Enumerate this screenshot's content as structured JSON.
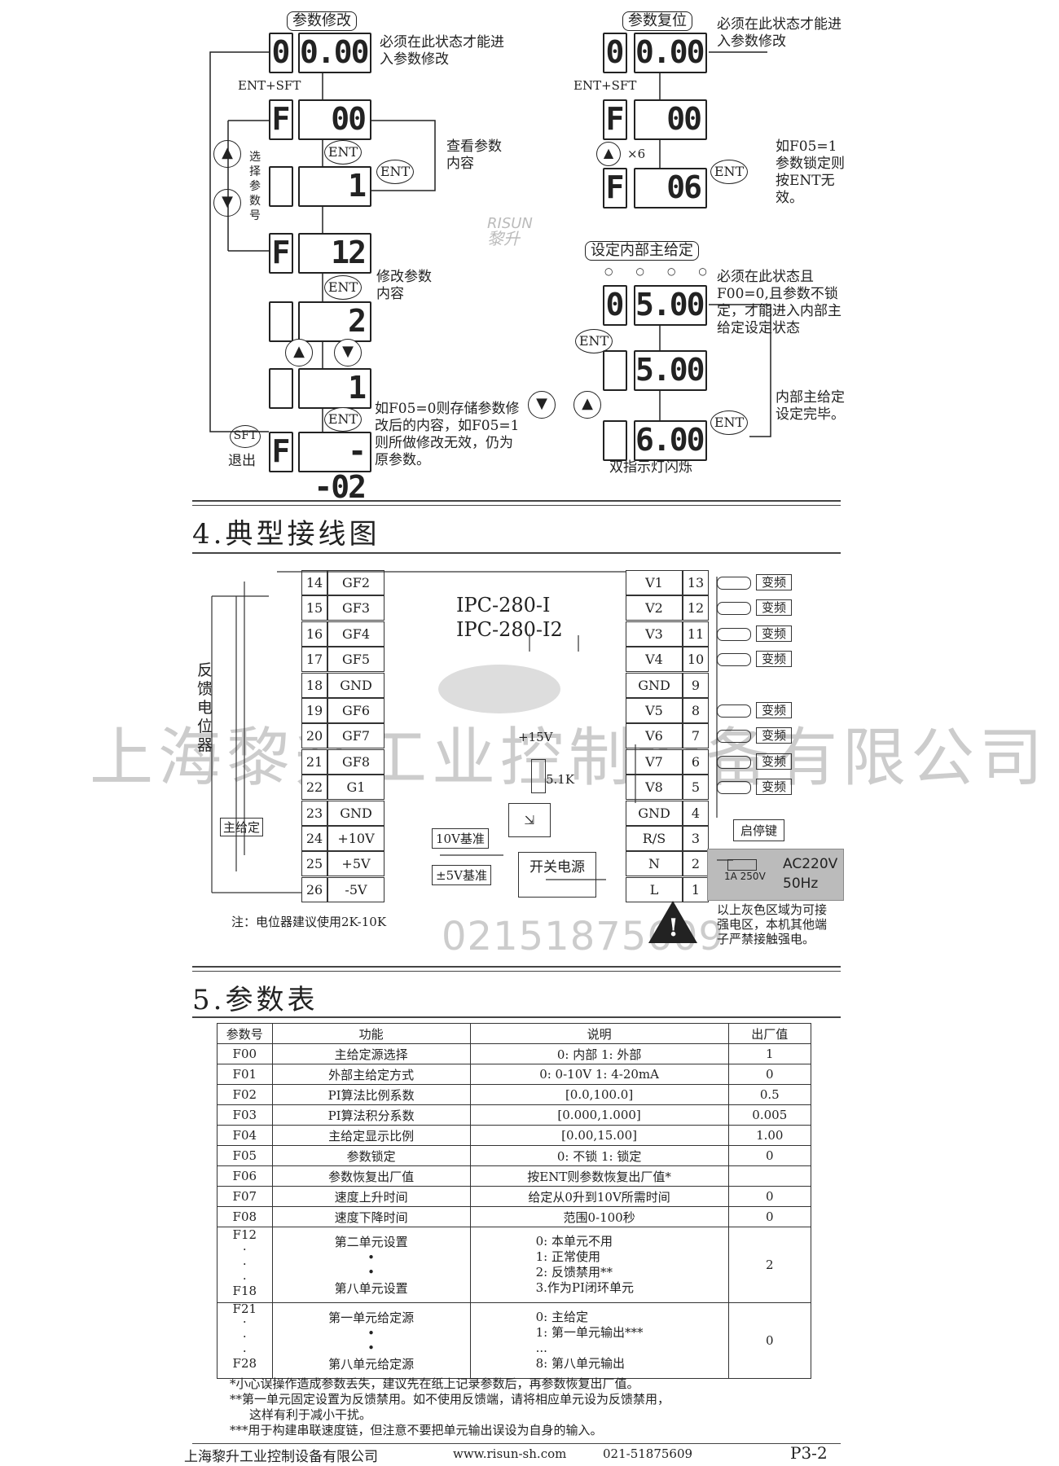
{
  "panel1": {
    "title": "参数修改",
    "disp1_left": "0",
    "disp1_right": "0.00",
    "note_enter": "必须在此状态才能进入参数修改",
    "keys_ent_sft": "ENT+SFT",
    "disp2_left": "F",
    "disp2_right": "00",
    "ent": "ENT",
    "note_view": "查看参数内容",
    "select_param": "选择参数号",
    "disp3_right": "1",
    "disp4_left": "F",
    "disp4_right": "12",
    "note_modify": "修改参数内容",
    "disp5_right": "2",
    "disp6_right": "1",
    "disp7_left": "F",
    "disp7_right": "--02",
    "sft": "SFT",
    "exit": "退出",
    "note_store": "如F05=0则存储参数修改后的内容，如F05=1则所做修改无效，仍为原参数。"
  },
  "panel2": {
    "title": "参数复位",
    "note_enter": "必须在此状态才能进入参数修改",
    "disp1_left": "0",
    "disp1_right": "0.00",
    "keys_ent_sft": "ENT+SFT",
    "disp2_left": "F",
    "disp2_right": "00",
    "times": "×6",
    "disp3_left": "F",
    "disp3_right": "06",
    "ent": "ENT",
    "note_lock": "如F05=1参数锁定则按ENT无效。"
  },
  "panel3": {
    "title": "设定内部主给定",
    "note_enter": "必须在此状态且F00=0,且参数不锁定，才能进入内部主给定设定状态",
    "disp1_left": "0",
    "disp1_right": "5.00",
    "ent": "ENT",
    "disp2_right": "5.00",
    "disp3_right": "6.00",
    "note_done": "内部主给定设定完毕。",
    "note_blink": "双指示灯闪烁"
  },
  "logo": {
    "brand": "RISUN",
    "cn": "黎升"
  },
  "section4": "4.典型接线图",
  "wiring": {
    "model1": "IPC-280-I",
    "model2": "IPC-280-I2",
    "left_terminals": [
      {
        "num": "14",
        "name": "GF2"
      },
      {
        "num": "15",
        "name": "GF3"
      },
      {
        "num": "16",
        "name": "GF4"
      },
      {
        "num": "17",
        "name": "GF5"
      },
      {
        "num": "18",
        "name": "GND"
      },
      {
        "num": "19",
        "name": "GF6"
      },
      {
        "num": "20",
        "name": "GF7"
      },
      {
        "num": "21",
        "name": "GF8"
      },
      {
        "num": "22",
        "name": "G1"
      },
      {
        "num": "23",
        "name": "GND"
      },
      {
        "num": "24",
        "name": "+10V"
      },
      {
        "num": "25",
        "name": "+5V"
      },
      {
        "num": "26",
        "name": "-5V"
      }
    ],
    "right_terminals": [
      {
        "num": "13",
        "name": "V1"
      },
      {
        "num": "12",
        "name": "V2"
      },
      {
        "num": "11",
        "name": "V3"
      },
      {
        "num": "10",
        "name": "V4"
      },
      {
        "num": "9",
        "name": "GND"
      },
      {
        "num": "8",
        "name": "V5"
      },
      {
        "num": "7",
        "name": "V6"
      },
      {
        "num": "6",
        "name": "V7"
      },
      {
        "num": "5",
        "name": "V8"
      },
      {
        "num": "4",
        "name": "GND"
      },
      {
        "num": "3",
        "name": "R/S"
      },
      {
        "num": "2",
        "name": "N"
      },
      {
        "num": "1",
        "name": "L"
      }
    ],
    "vfd": "变频",
    "feedback_pot": "反馈电位器",
    "main_given": "主给定",
    "ref10": "10V基准",
    "ref5": "±5V基准",
    "plus15": "+15V",
    "res": "5.1K",
    "psu": "开关电源",
    "start_stop": "启停键",
    "fuse": "1A 250V",
    "ac": "AC220V",
    "hz": "50Hz",
    "pot_note": "注：电位器建议使用2K-10K",
    "phone_wm": "02151875609",
    "warn_note": "以上灰色区域为可接强电区，本机其他端子严禁接触强电。",
    "watermark": "上海黎升工业控制设备有限公司"
  },
  "section5": "5.参数表",
  "param_table": {
    "headers": [
      "参数号",
      "功能",
      "说明",
      "出厂值"
    ],
    "rows": [
      {
        "id": "F00",
        "func": "主给定源选择",
        "desc": "0: 内部    1: 外部",
        "def": "1"
      },
      {
        "id": "F01",
        "func": "外部主给定方式",
        "desc": "0: 0-10V     1: 4-20mA",
        "def": "0"
      },
      {
        "id": "F02",
        "func": "PI算法比例系数",
        "desc": "[0.0,100.0]",
        "def": "0.5"
      },
      {
        "id": "F03",
        "func": "PI算法积分系数",
        "desc": "[0.000,1.000]",
        "def": "0.005"
      },
      {
        "id": "F04",
        "func": "主给定显示比例",
        "desc": "[0.00,15.00]",
        "def": "1.00"
      },
      {
        "id": "F05",
        "func": "参数锁定",
        "desc": "0: 不锁   1: 锁定",
        "def": "0"
      },
      {
        "id": "F06",
        "func": "参数恢复出厂值",
        "desc": "按ENT则参数恢复出厂值*",
        "def": ""
      },
      {
        "id": "F07",
        "func": "速度上升时间",
        "desc": "给定从0升到10V所需时间",
        "def": "0"
      },
      {
        "id": "F08",
        "func": "速度下降时间",
        "desc": "范围0-100秒",
        "def": "0"
      }
    ],
    "f12": {
      "id_top": "F12",
      "id_bottom": "F18",
      "func_top": "第二单元设置",
      "func_bottom": "第八单元设置",
      "desc": [
        "0: 本单元不用",
        "1: 正常使用",
        "2: 反馈禁用**",
        "3.作为PI闭环单元"
      ],
      "def": "2"
    },
    "f21": {
      "id_top": "F21",
      "id_bottom": "F28",
      "func_top": "第一单元给定源",
      "func_bottom": "第八单元给定源",
      "desc": [
        "0: 主给定",
        "1: 第一单元输出***",
        "...",
        "8: 第八单元输出"
      ],
      "def": "0"
    }
  },
  "footnotes": [
    "*小心误操作造成参数丢失，建议先在纸上记录参数后，再参数恢复出厂值。",
    "**第一单元固定设置为反馈禁用。如不使用反馈端，请将相应单元设为反馈禁用，",
    "这样有利于减小干扰。",
    "***用于构建串联速度链，但注意不要把单元输出误设为自身的输入。"
  ],
  "footer": {
    "company": "上海黎升工业控制设备有限公司",
    "web": "www.risun-sh.com",
    "phone": "021-51875609",
    "page": "P3-2"
  }
}
